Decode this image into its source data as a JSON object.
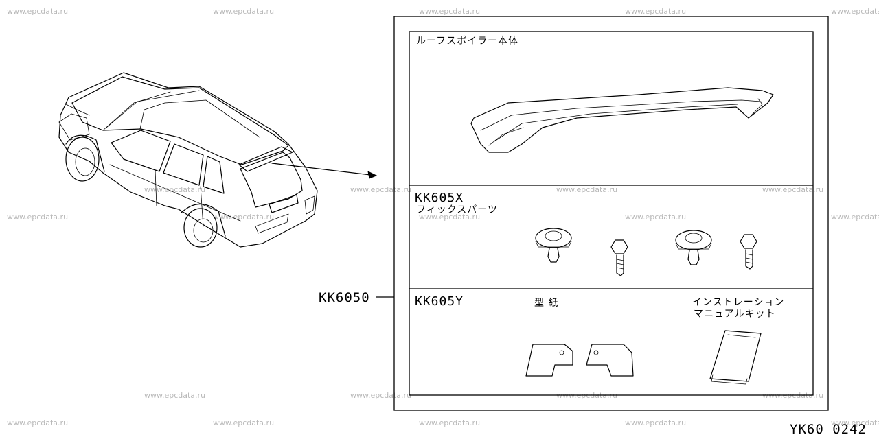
{
  "watermark": "www.epcdata.ru",
  "main_part_code": "KK6050",
  "diagram_code": "YK60 0242",
  "sections": [
    {
      "code": "",
      "lines": [
        "ルーフスポイラー本体"
      ]
    },
    {
      "code": "KK605X",
      "lines": [
        "フィックスパーツ"
      ]
    },
    {
      "code": "KK605Y",
      "lines": []
    }
  ],
  "labels": {
    "template": "型 紙",
    "manual_line1": "インストレーション",
    "manual_line2": "マニュアルキット"
  }
}
